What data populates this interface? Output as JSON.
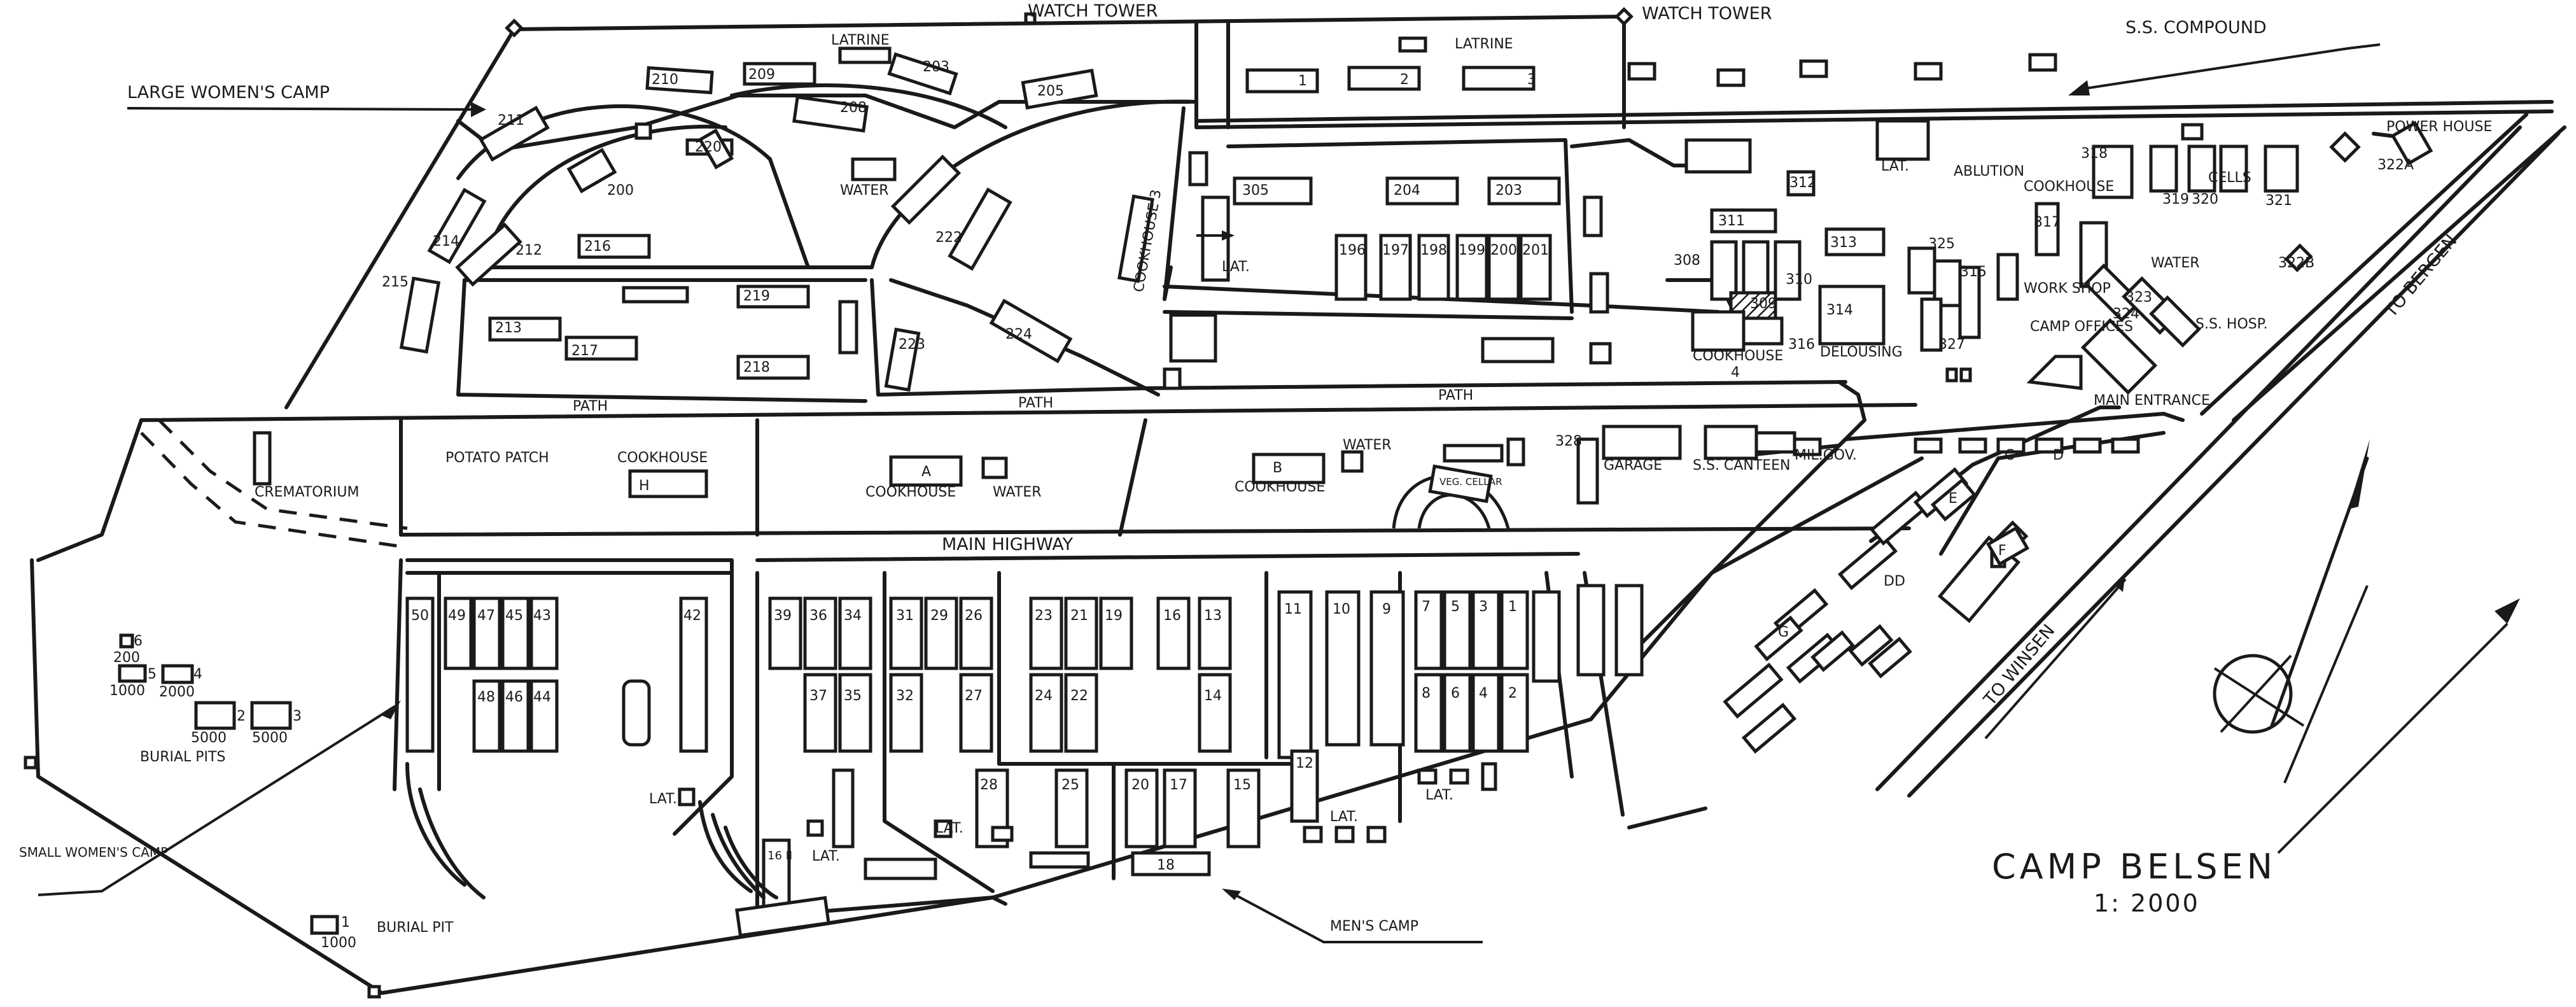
{
  "map": {
    "title": "CAMP BELSEN",
    "scale": "1: 2000",
    "labels": {
      "watch_tower_1": "WATCH TOWER",
      "watch_tower_2": "WATCH TOWER",
      "ss_compound": "S.S. COMPOUND",
      "large_womens_camp": "LARGE WOMEN'S CAMP",
      "latrine_1": "LATRINE",
      "latrine_2": "LATRINE",
      "water_1": "WATER",
      "cookhouse_3": "COOKHOUSE 3",
      "path_1": "PATH",
      "path_2": "PATH",
      "path_3": "PATH",
      "crematorium": "CREMATORIUM",
      "potato_patch": "POTATO PATCH",
      "cookhouse_h": "COOKHOUSE",
      "cookhouse_2": "COOKHOUSE",
      "water_2": "WATER",
      "cookhouse_1": "COOKHOUSE",
      "water_3": "WATER",
      "veg_cellar": "VEG. CELLAR",
      "main_highway": "MAIN HIGHWAY",
      "garage": "GARAGE",
      "ss_canteen": "S.S. CANTEEN",
      "mil_gov": "MIL.GOV.",
      "lat_1": "LAT.",
      "ablution": "ABLUTION",
      "cookhouse_f": "COOKHOUSE",
      "cells": "CELLS",
      "power_house": "POWER HOUSE",
      "water_4": "WATER",
      "work_shop": "WORK SHOP",
      "camp_offices": "CAMP OFFICES",
      "ss_hosp": "S.S. HOSP.",
      "delousing": "DELOUSING",
      "cookhouse_4": "COOKHOUSE",
      "main_entrance": "MAIN ENTRANCE",
      "to_bergen": "TO BERGEN",
      "to_winsen": "TO WINSEN",
      "burial_pits": "BURIAL PITS",
      "burial_pit": "BURIAL PIT",
      "small_womens_camp": "SMALL WOMEN'S CAMP",
      "mens_camp": "MEN'S CAMP",
      "lat_2": "LAT.",
      "lat_3": "LAT.",
      "lat_4": "LAT.",
      "lat_5": "LAT.",
      "lat_6": "LAT.",
      "lat_7": "LAT."
    },
    "numbers": {
      "n210": "210",
      "n209": "209",
      "n203a": "203",
      "n205a": "205",
      "n211": "211",
      "n208": "208",
      "n220": "220",
      "n200": "200",
      "n214": "214",
      "n212": "212",
      "n216": "216",
      "n222": "222",
      "n215": "215",
      "n213": "213",
      "n217": "217",
      "n219": "219",
      "n218": "218",
      "n223": "223",
      "n224": "224",
      "s1": "1",
      "s2": "2",
      "s3": "3",
      "n305": "305",
      "n204": "204",
      "n203b": "203",
      "n196": "196",
      "n197": "197",
      "n198": "198",
      "n199": "199",
      "n200b": "200",
      "n201": "201",
      "n311": "311",
      "n312": "312",
      "n308": "308",
      "n309": "309",
      "n310": "310",
      "n313": "313",
      "n314": "314",
      "n318": "318",
      "n319": "319",
      "n320": "320",
      "n321": "321",
      "n322a": "322A",
      "n317": "317",
      "n325": "325",
      "n315": "315",
      "n327": "327",
      "n323": "323",
      "n324": "324",
      "n322b": "322B",
      "n328": "328",
      "n316": "316",
      "n4": "4",
      "m50": "50",
      "m49": "49",
      "m47": "47",
      "m45": "45",
      "m43": "43",
      "m48": "48",
      "m46": "46",
      "m44": "44",
      "m42": "42",
      "m39": "39",
      "m36": "36",
      "m34": "34",
      "m37": "37",
      "m35": "35",
      "m31": "31",
      "m29": "29",
      "m26": "26",
      "m32": "32",
      "m27": "27",
      "m23": "23",
      "m21": "21",
      "m19": "19",
      "m24": "24",
      "m22": "22",
      "m16": "16",
      "m13": "13",
      "m14": "14",
      "m11": "11",
      "m10": "10",
      "m9": "9",
      "m7": "7",
      "m5": "5",
      "m3": "3",
      "m1": "1",
      "m8": "8",
      "m6": "6",
      "m4": "4",
      "m2": "2",
      "m28": "28",
      "m25": "25",
      "m20": "20",
      "m17": "17",
      "m15": "15",
      "m18": "18",
      "m12": "12",
      "m16b": "16 II",
      "p6": "6",
      "p5": "5",
      "p4": "4",
      "p2": "2",
      "p3": "3",
      "p1": "1",
      "c200": "200",
      "c1000a": "1000",
      "c2000": "2000",
      "c5000a": "5000",
      "c5000b": "5000",
      "c1000b": "1000",
      "bA": "A",
      "bB": "B",
      "bH": "H",
      "bG": "G",
      "bD": "D",
      "bE": "E",
      "bF": "F",
      "bDD": "DD",
      "bC": "C"
    }
  }
}
